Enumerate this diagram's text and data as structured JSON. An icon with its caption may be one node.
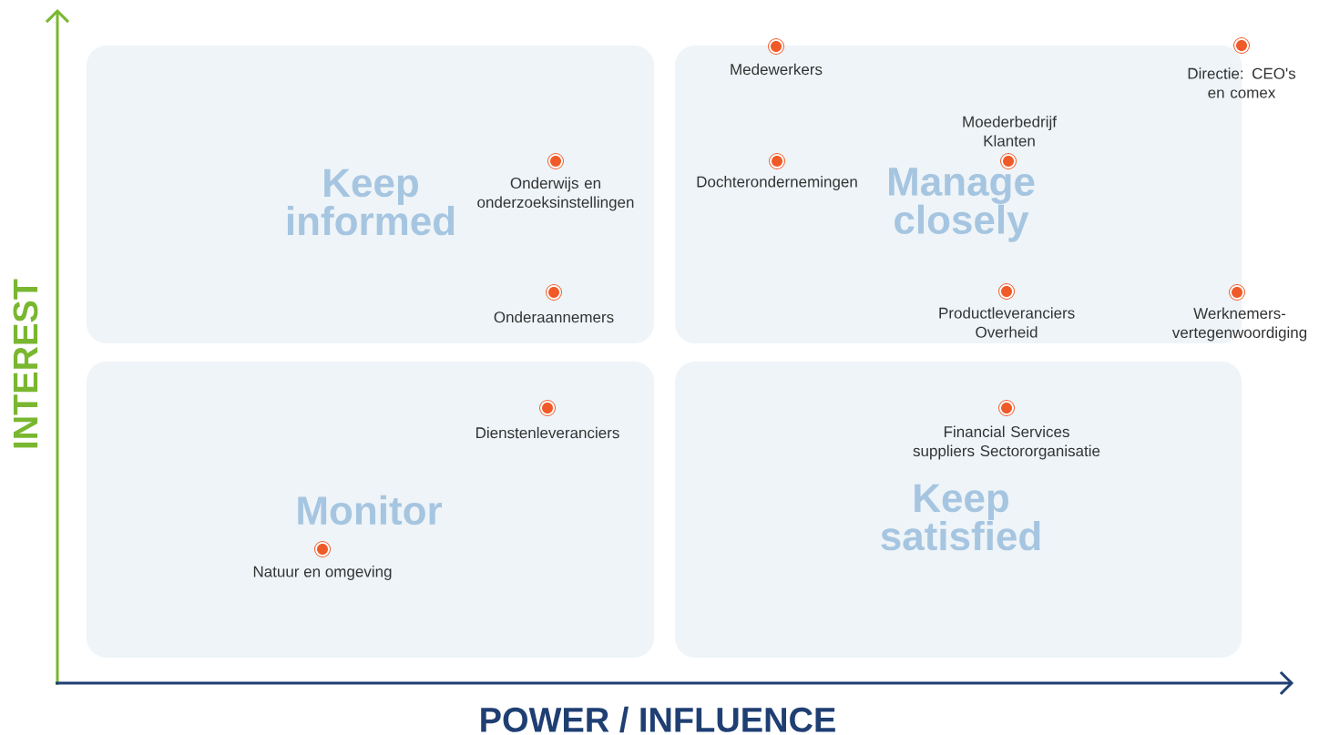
{
  "diagram": {
    "nodes": [
      {
        "text": [
          "Keep informed"
        ]
      },
      {
        "text": [
          "Onderwijs en onderzoeksinstellingen"
        ],
        "in": 0
      },
      {
        "text": [
          "Onderaannemers"
        ],
        "in": 0
      },
      {
        "text": [
          "Manage closely"
        ]
      },
      {
        "text": [
          "Medewerkers"
        ]
      },
      {
        "text": [
          "Directie: CEO's en comex"
        ]
      },
      {
        "text": [
          "Moederbedrijf Klanten"
        ],
        "in": 3
      },
      {
        "text": [
          "Dochterondernemingen"
        ],
        "in": 3
      },
      {
        "text": [
          "Productleveranciers Overheid"
        ],
        "in": 3
      },
      {
        "text": [
          "Werknemers- vertegenwoordiging"
        ]
      },
      {
        "text": [
          "Monitor"
        ]
      },
      {
        "text": [
          "Dienstenleveranciers"
        ],
        "in": 10
      },
      {
        "text": [
          "Natuur en omgeving"
        ],
        "in": 10
      },
      {
        "text": [
          "Keep satisfied"
        ]
      },
      {
        "text": [
          "Financial Services suppliers Sectororganisatie"
        ],
        "in": 13
      }
    ],
    "labels": [
      "INTEREST",
      "POWER / INFLUENCE"
    ]
  }
}
